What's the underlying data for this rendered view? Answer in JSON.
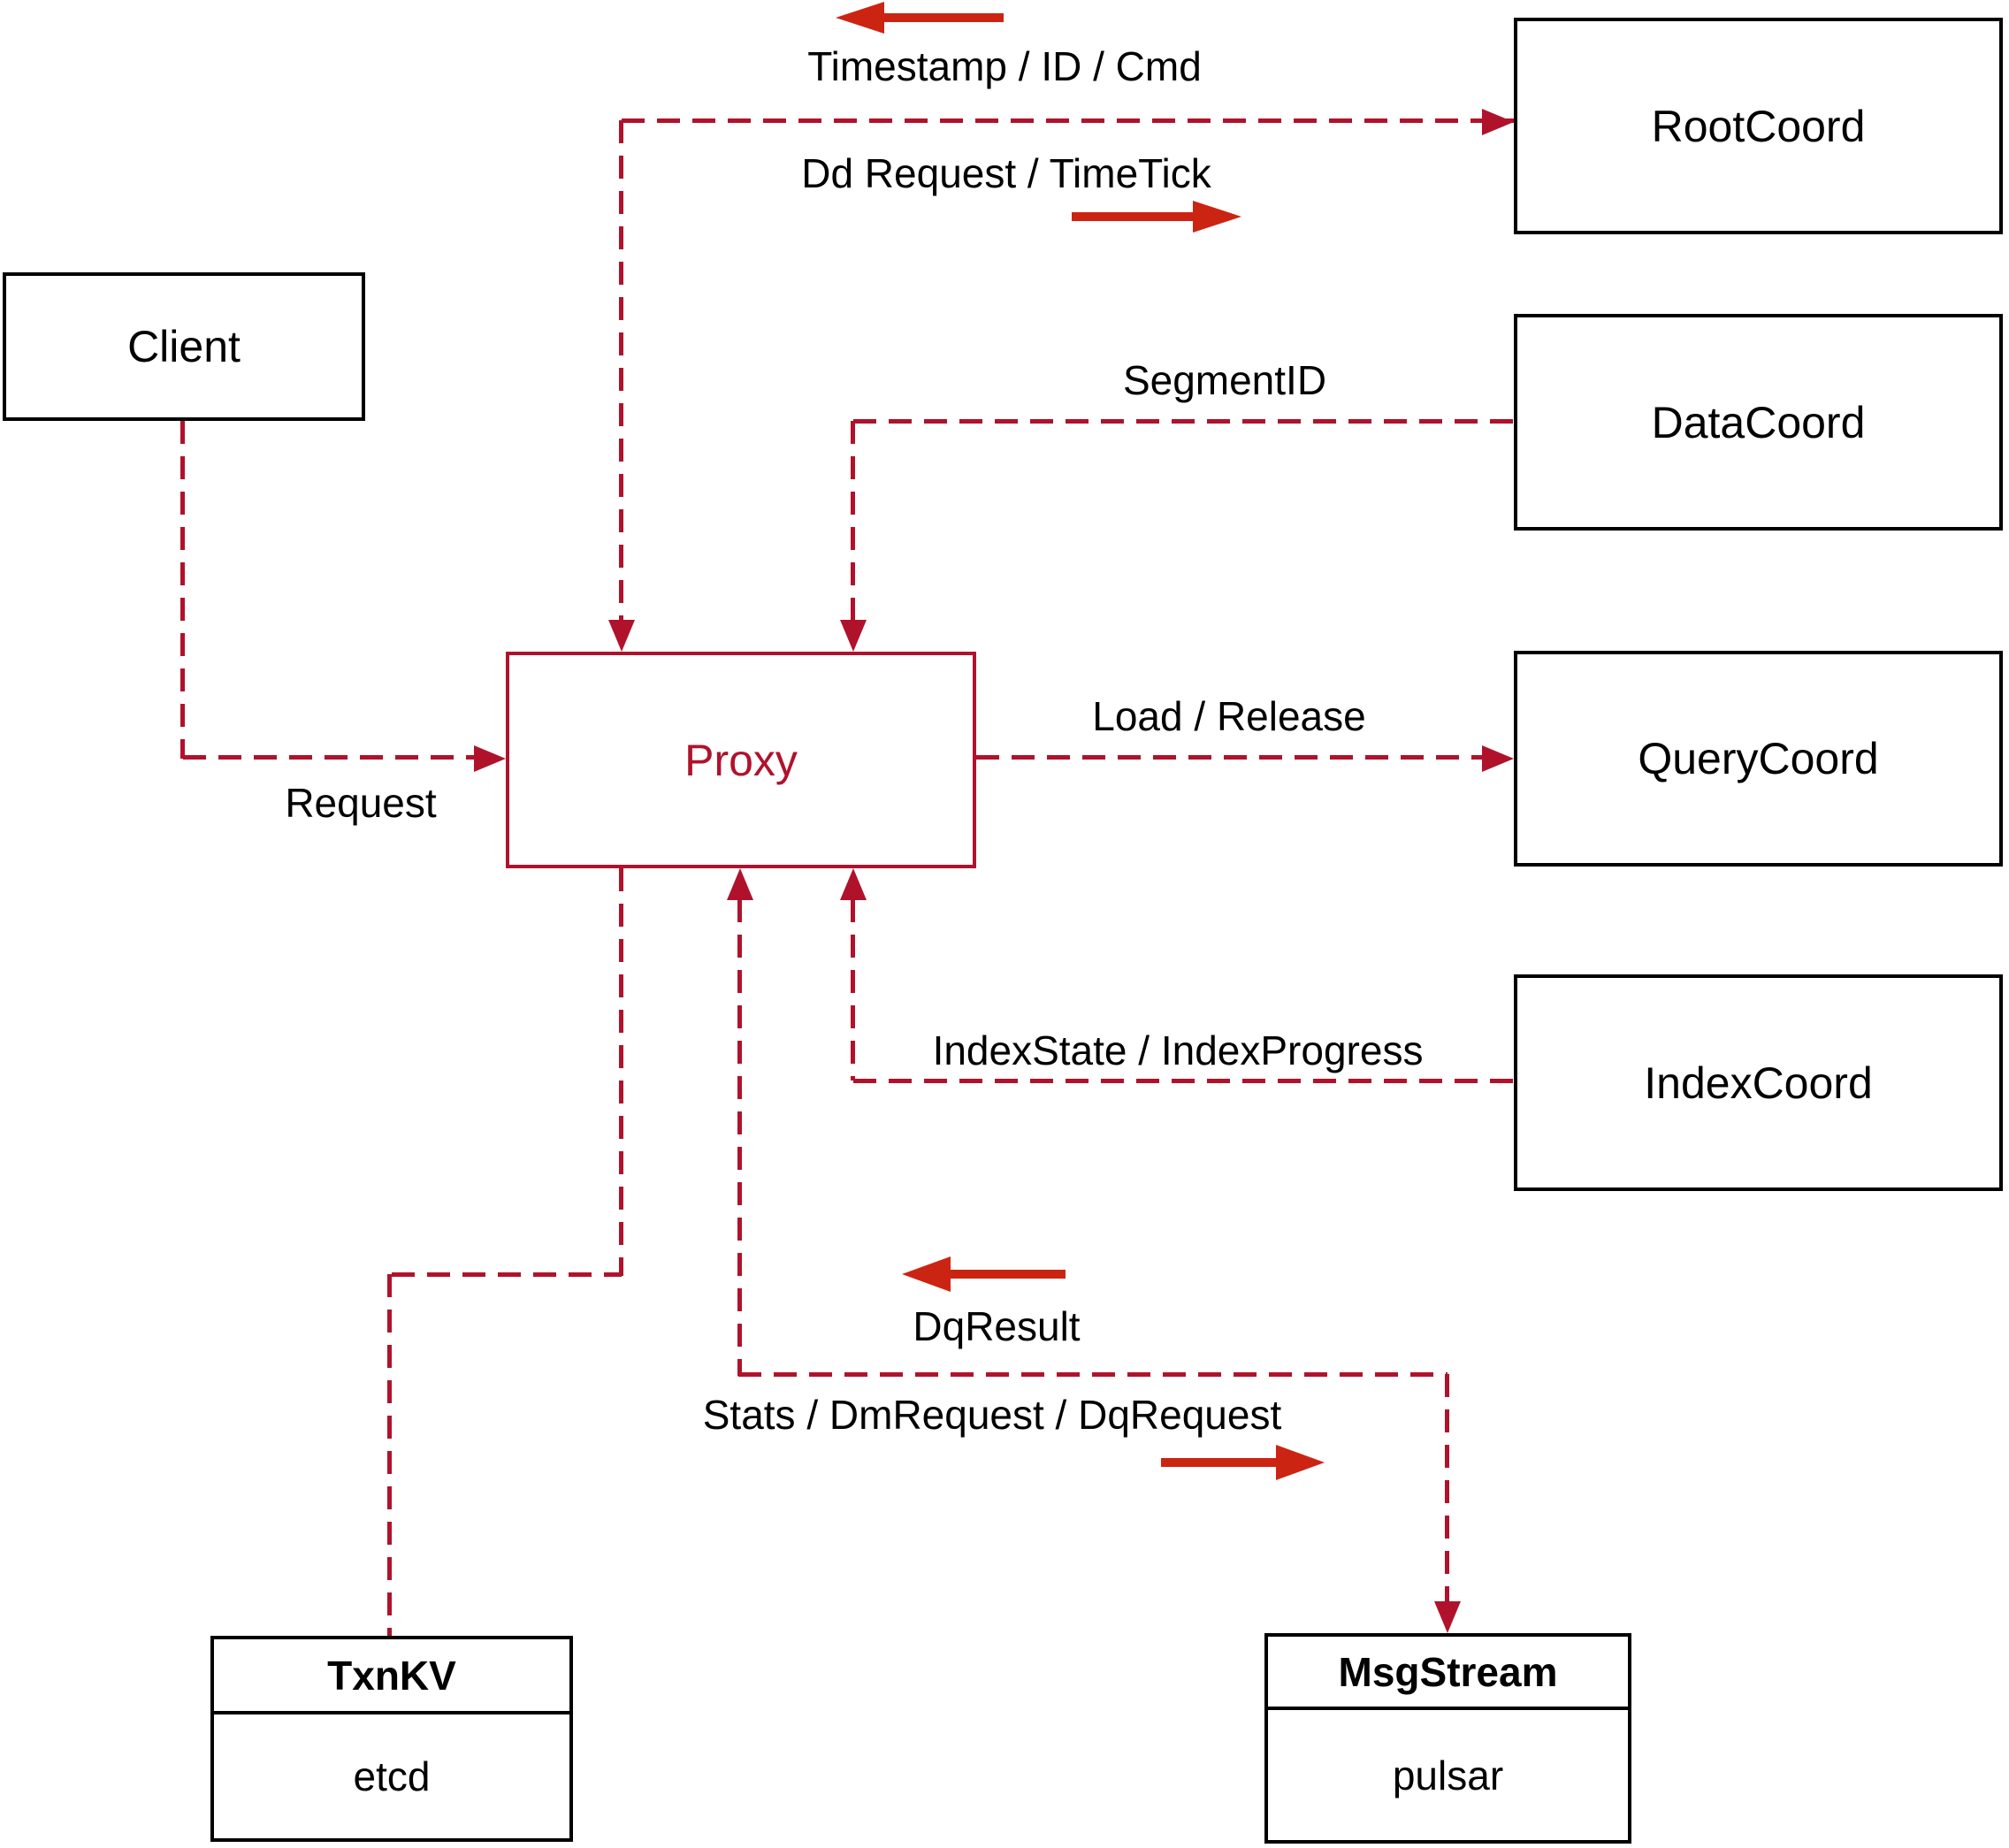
{
  "colors": {
    "dashed_line": "#B0122C",
    "thick_arrow": "#CC2412",
    "box_border": "#000000",
    "text": "#000000",
    "background": "#FFFFFF"
  },
  "nodes": {
    "client": {
      "label": "Client"
    },
    "proxy": {
      "label": "Proxy"
    },
    "rootcoord": {
      "label": "RootCoord"
    },
    "datacoord": {
      "label": "DataCoord"
    },
    "querycoord": {
      "label": "QueryCoord"
    },
    "indexcoord": {
      "label": "IndexCoord"
    },
    "txnkv": {
      "title": "TxnKV",
      "subtitle": "etcd"
    },
    "msgstream": {
      "title": "MsgStream",
      "subtitle": "pulsar"
    }
  },
  "labels": {
    "timestamp_id_cmd": "Timestamp / ID / Cmd",
    "dd_request_timetick": "Dd Request / TimeTick",
    "segment_id": "SegmentID",
    "load_release": "Load / Release",
    "index_state_progress": "IndexState / IndexProgress",
    "request": "Request",
    "dq_result": "DqResult",
    "stats_dm_dq": "Stats / DmRequest / DqRequest"
  }
}
